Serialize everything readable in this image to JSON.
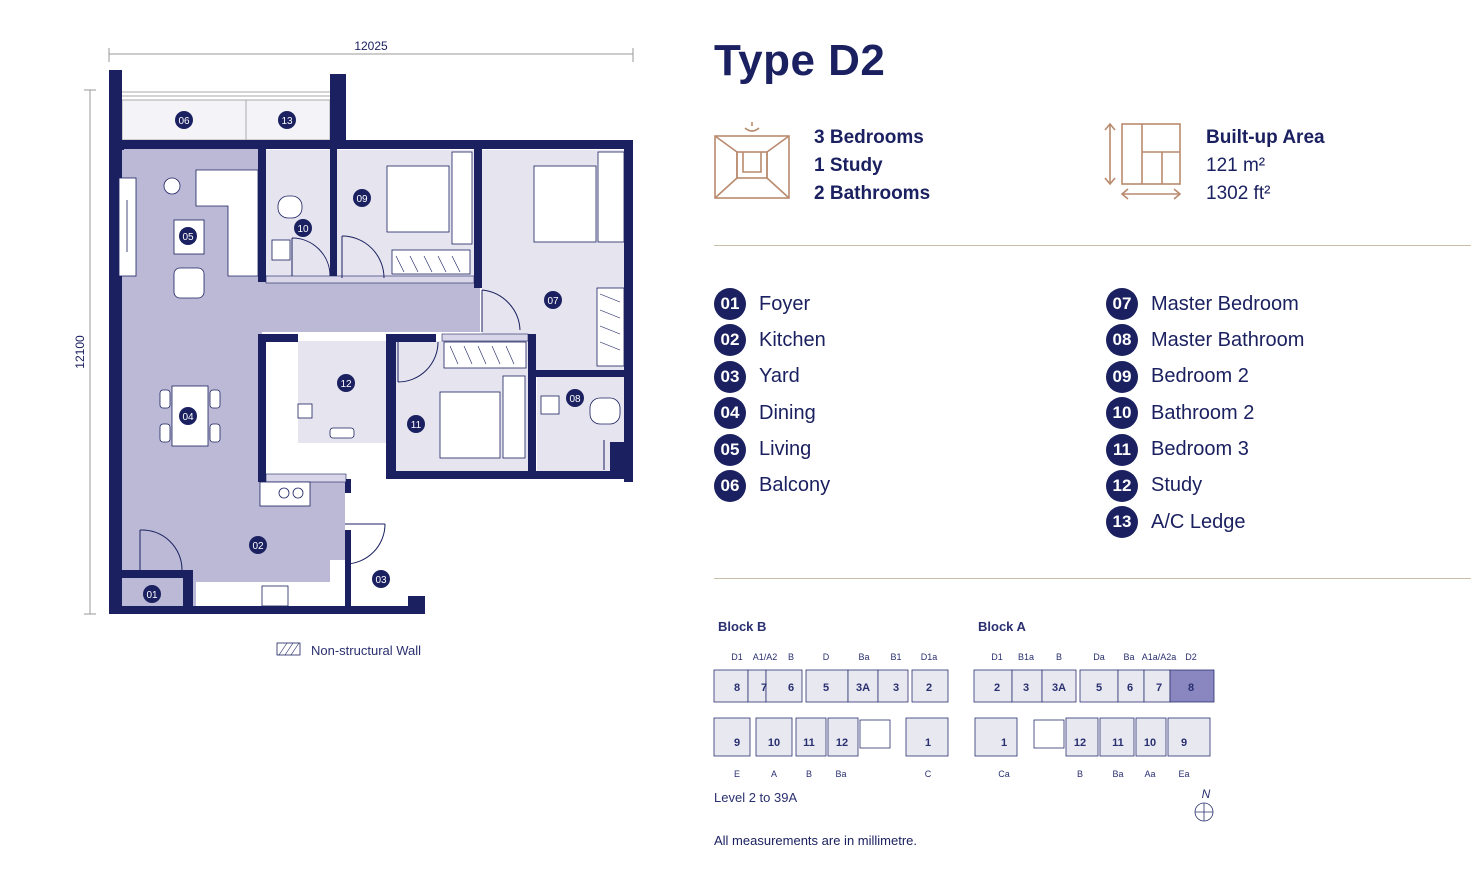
{
  "title": "Type D2",
  "stats": {
    "rooms": [
      "3 Bedrooms",
      "1 Study",
      "2 Bathrooms"
    ],
    "area_label": "Built-up Area",
    "area_m2": "121 m²",
    "area_ft2": "1302 ft²"
  },
  "legend_left": [
    {
      "num": "01",
      "label": "Foyer"
    },
    {
      "num": "02",
      "label": "Kitchen"
    },
    {
      "num": "03",
      "label": "Yard"
    },
    {
      "num": "04",
      "label": "Dining"
    },
    {
      "num": "05",
      "label": "Living"
    },
    {
      "num": "06",
      "label": "Balcony"
    }
  ],
  "legend_right": [
    {
      "num": "07",
      "label": "Master Bedroom"
    },
    {
      "num": "08",
      "label": "Master Bathroom"
    },
    {
      "num": "09",
      "label": "Bedroom 2"
    },
    {
      "num": "10",
      "label": "Bathroom 2"
    },
    {
      "num": "11",
      "label": "Bedroom 3"
    },
    {
      "num": "12",
      "label": "Study"
    },
    {
      "num": "13",
      "label": "A/C Ledge"
    }
  ],
  "plan": {
    "width_dim": "12025",
    "height_dim": "12100",
    "room_tags": [
      "01",
      "02",
      "03",
      "04",
      "05",
      "06",
      "07",
      "08",
      "09",
      "10",
      "11",
      "12",
      "13"
    ],
    "non_structural_label": "Non-structural Wall"
  },
  "key_plan": {
    "block_b": {
      "title": "Block B",
      "top_labels": [
        "D1",
        "A1/A2",
        "B",
        "D",
        "Ba",
        "B1",
        "D1a"
      ],
      "top_units": [
        "8",
        "7",
        "6",
        "5",
        "3A",
        "3",
        "2"
      ],
      "bottom_units": [
        "9",
        "10",
        "11",
        "12",
        "1"
      ],
      "bottom_labels": [
        "E",
        "A",
        "B",
        "Ba",
        "C"
      ]
    },
    "block_a": {
      "title": "Block A",
      "top_labels": [
        "D1",
        "B1a",
        "B",
        "Da",
        "Ba",
        "A1a/A2a",
        "D2"
      ],
      "top_units": [
        "2",
        "3",
        "3A",
        "5",
        "6",
        "7",
        "8"
      ],
      "bottom_units": [
        "1",
        "12",
        "11",
        "10",
        "9"
      ],
      "bottom_labels": [
        "Ca",
        "B",
        "Ba",
        "Aa",
        "Ea"
      ],
      "highlight": "8"
    },
    "level_note": "Level 2 to 39A",
    "north": "N"
  },
  "footnote": "All measurements are in millimetre.",
  "colors": {
    "navy": "#1b2160",
    "floor": "#bbb9d6",
    "room": "#e5e4ef",
    "gold": "#b98a6e",
    "highlight": "#8a86c0"
  }
}
